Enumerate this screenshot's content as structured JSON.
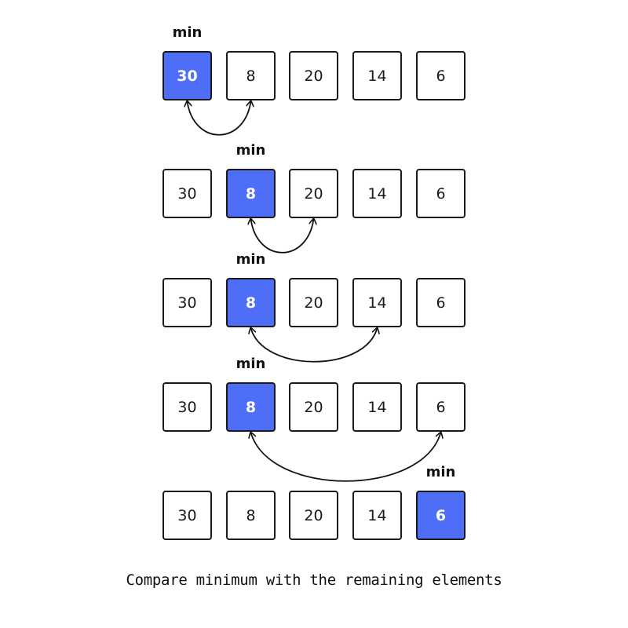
{
  "min_label": "min",
  "highlight_color": "#4f6ef7",
  "rows": [
    {
      "values": [
        "30",
        "8",
        "20",
        "14",
        "6"
      ],
      "min_index": 0,
      "compare_index": 1
    },
    {
      "values": [
        "30",
        "8",
        "20",
        "14",
        "6"
      ],
      "min_index": 1,
      "compare_index": 2
    },
    {
      "values": [
        "30",
        "8",
        "20",
        "14",
        "6"
      ],
      "min_index": 1,
      "compare_index": 3
    },
    {
      "values": [
        "30",
        "8",
        "20",
        "14",
        "6"
      ],
      "min_index": 1,
      "compare_index": 4
    },
    {
      "values": [
        "30",
        "8",
        "20",
        "14",
        "6"
      ],
      "min_index": 4,
      "compare_index": null
    }
  ],
  "caption": "Compare minimum with the remaining elements"
}
